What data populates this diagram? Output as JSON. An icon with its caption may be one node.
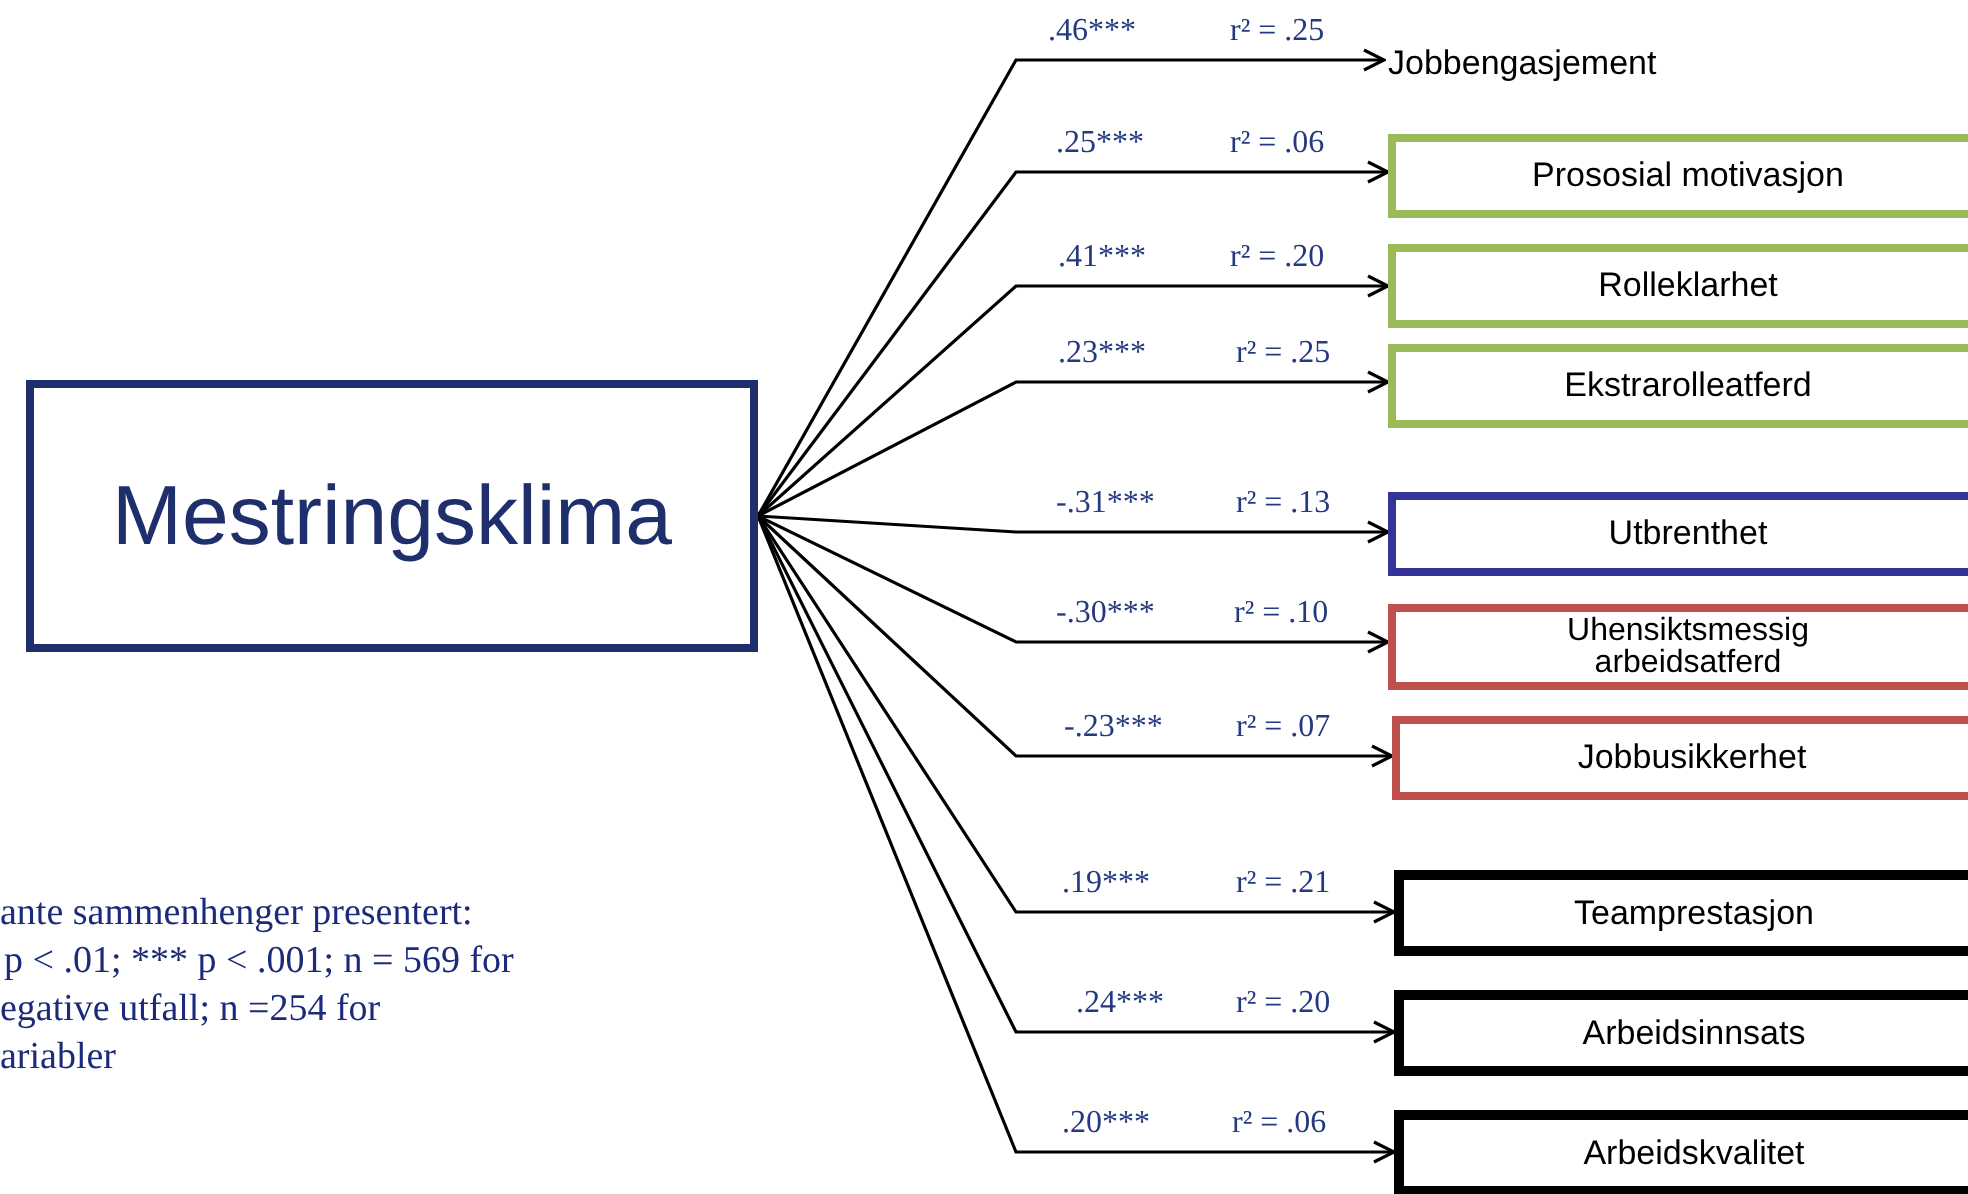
{
  "diagram": {
    "nodes": [
      {
        "text": [
          "Mestringsklima"
        ]
      },
      {
        "text": [
          "Jobbengasjement"
        ]
      },
      {
        "text": [
          "Prososial motivasjon"
        ]
      },
      {
        "text": [
          "Rolleklarhet"
        ]
      },
      {
        "text": [
          "Ekstrarolleatferd"
        ]
      },
      {
        "text": [
          "Utbrenthet"
        ]
      },
      {
        "text": [
          "Uhensiktsmessig arbeidsatferd"
        ]
      },
      {
        "text": [
          "Jobbusikkerhet"
        ]
      },
      {
        "text": [
          "Teamprestasjon"
        ]
      },
      {
        "text": [
          "Arbeidsinnsats"
        ]
      },
      {
        "text": [
          "Arbeidskvalitet"
        ]
      }
    ],
    "edges": [
      {
        "from": 0,
        "to": 1,
        "arrow": "to",
        "label": ".46***"
      },
      {
        "from": 0,
        "to": 2,
        "arrow": "to",
        "label": ".25***"
      },
      {
        "from": 0,
        "to": 3,
        "arrow": "to",
        "label": ".41***"
      },
      {
        "from": 0,
        "to": 4,
        "arrow": "to",
        "label": ".23***"
      },
      {
        "from": 0,
        "to": 5,
        "arrow": "to",
        "label": "-.31***"
      },
      {
        "from": 0,
        "to": 6,
        "arrow": "to",
        "label": "-.30***"
      },
      {
        "from": 0,
        "to": 7,
        "arrow": "to",
        "label": "-.23***"
      },
      {
        "from": 0,
        "to": 8,
        "arrow": "to",
        "label": ".19***"
      },
      {
        "from": 0,
        "to": 9,
        "arrow": "to",
        "label": ".24***"
      },
      {
        "from": 0,
        "to": 10,
        "arrow": "to",
        "label": ".20***"
      }
    ],
    "labels": [
      "r² = .25",
      "r² = .06",
      "r² = .20",
      "r² = .25",
      "r² = .13",
      "r² = .10",
      "r² = .07",
      "r² = .21",
      "r² = .20",
      "r² = .06",
      "ante sammenhenger presentert:",
      "p < .01; *** p < .001; n = 569 for",
      "egative utfall; n =254 for",
      "ariabler"
    ]
  }
}
